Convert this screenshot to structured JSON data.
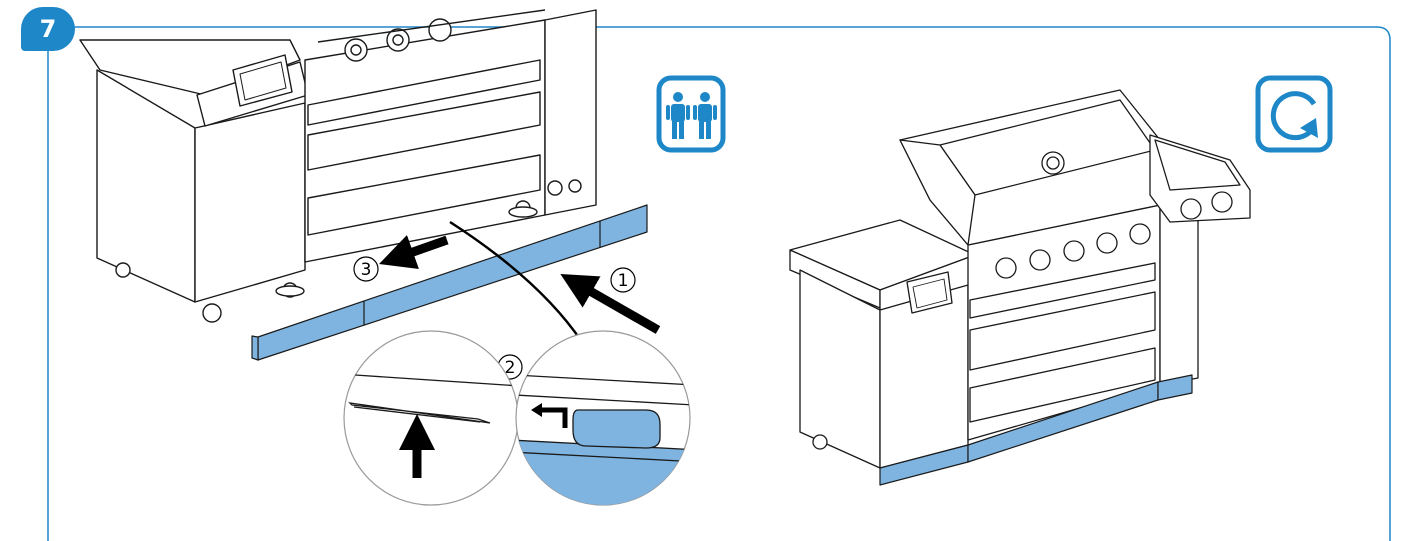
{
  "step": {
    "number": "7"
  },
  "callouts": {
    "one": "1",
    "two": "2",
    "three": "3"
  },
  "icons": {
    "two_person": "two-person-lift-icon",
    "rotate": "rotate-view-icon"
  },
  "colors": {
    "accent": "#1e87c8",
    "panel": "#7fb4e0",
    "line": "#1a1a1a"
  }
}
